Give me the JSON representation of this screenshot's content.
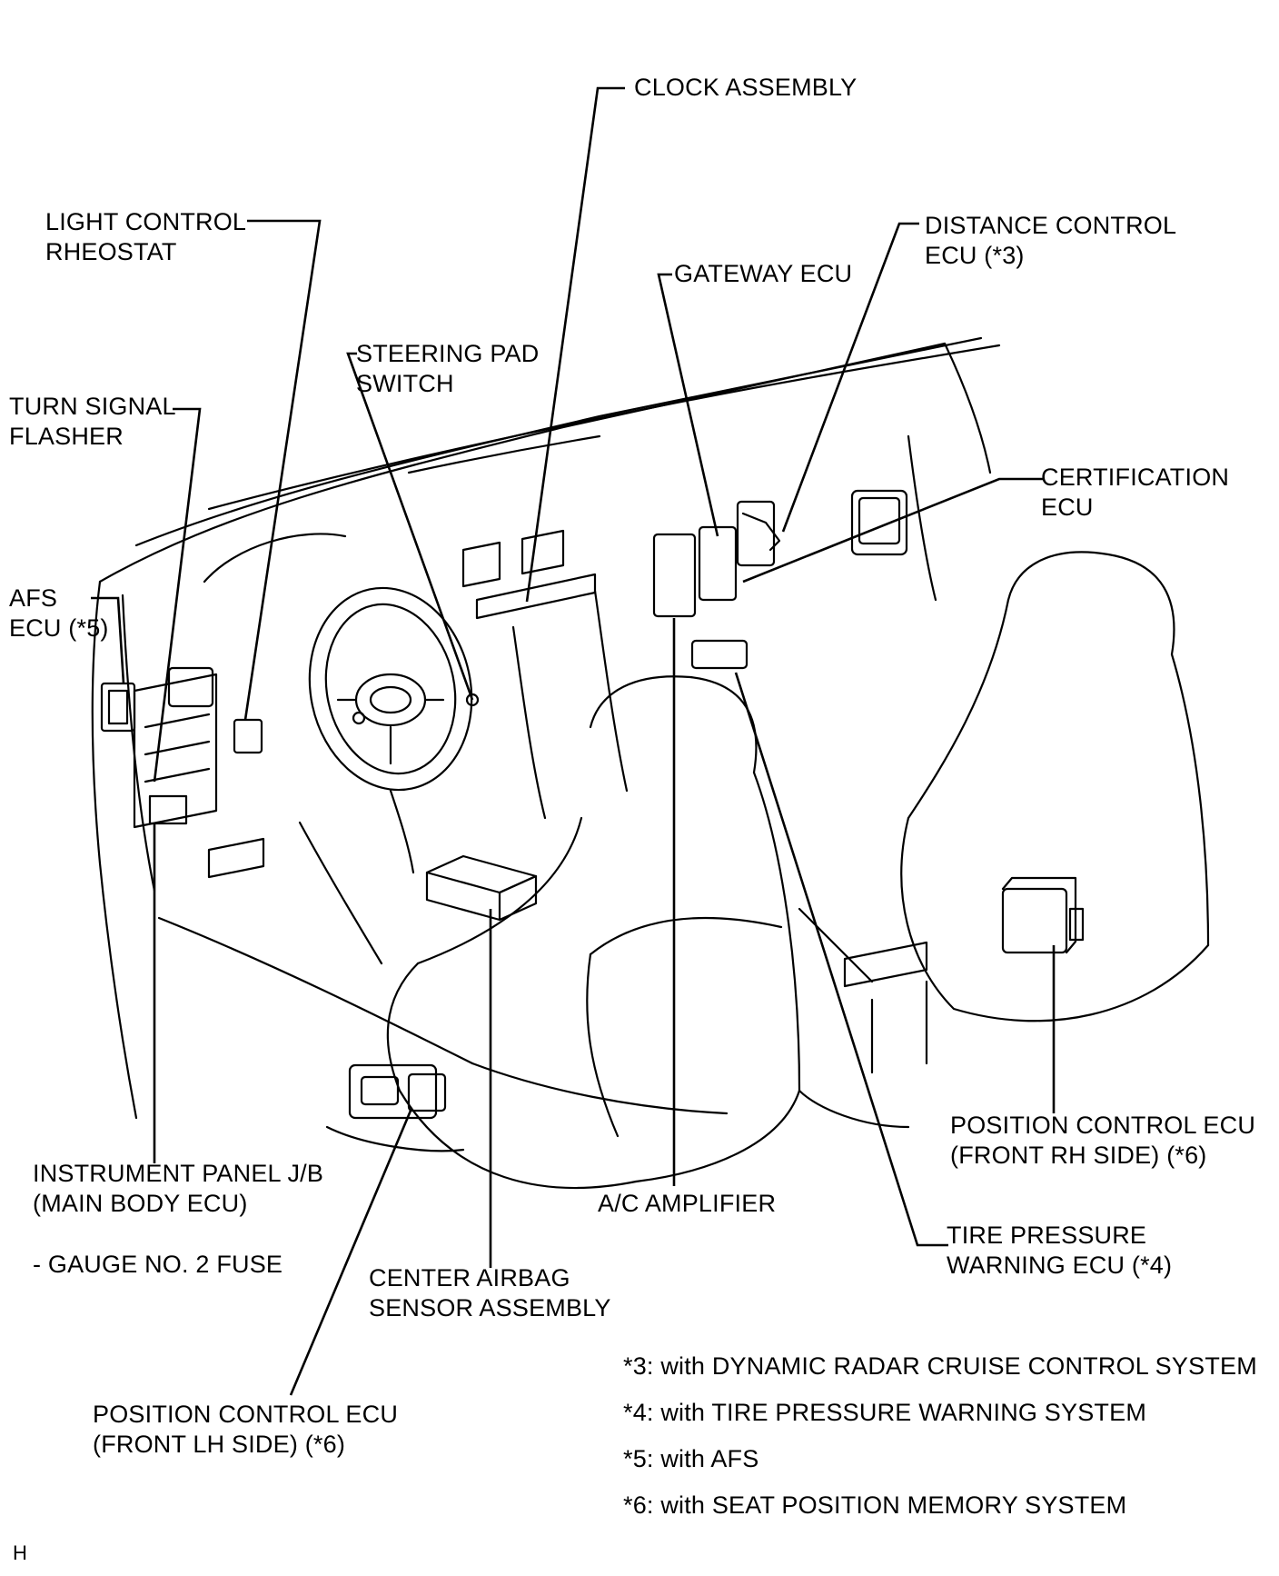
{
  "labels": {
    "clock_assembly": [
      "CLOCK ASSEMBLY"
    ],
    "light_control_rheostat": [
      "LIGHT CONTROL",
      "RHEOSTAT"
    ],
    "distance_control_ecu": [
      "DISTANCE CONTROL",
      "ECU (*3)"
    ],
    "gateway_ecu": [
      "GATEWAY ECU"
    ],
    "steering_pad_switch": [
      "STEERING PAD",
      "SWITCH"
    ],
    "turn_signal_flasher": [
      "TURN SIGNAL",
      "FLASHER"
    ],
    "certification_ecu": [
      "CERTIFICATION",
      "ECU"
    ],
    "afs_ecu": [
      "AFS",
      "ECU (*5)"
    ],
    "position_control_ecu_rh": [
      "POSITION CONTROL ECU",
      "(FRONT RH SIDE) (*6)"
    ],
    "instrument_panel_jb": [
      "INSTRUMENT PANEL J/B",
      "(MAIN BODY ECU)"
    ],
    "gauge_fuse": [
      "- GAUGE NO. 2 FUSE"
    ],
    "ac_amplifier": [
      "A/C AMPLIFIER"
    ],
    "tire_pressure_warning_ecu": [
      "TIRE PRESSURE",
      "WARNING ECU (*4)"
    ],
    "center_airbag_sensor": [
      "CENTER AIRBAG",
      "SENSOR ASSEMBLY"
    ],
    "position_control_ecu_lh": [
      "POSITION CONTROL ECU",
      "(FRONT LH SIDE) (*6)"
    ]
  },
  "notes": [
    "*3: with DYNAMIC RADAR CRUISE CONTROL SYSTEM",
    "*4: with TIRE PRESSURE WARNING SYSTEM",
    "*5: with AFS",
    "*6: with SEAT POSITION MEMORY SYSTEM"
  ],
  "corner_code": "H",
  "icon": "vehicle-interior-ecu-locations-drawing"
}
